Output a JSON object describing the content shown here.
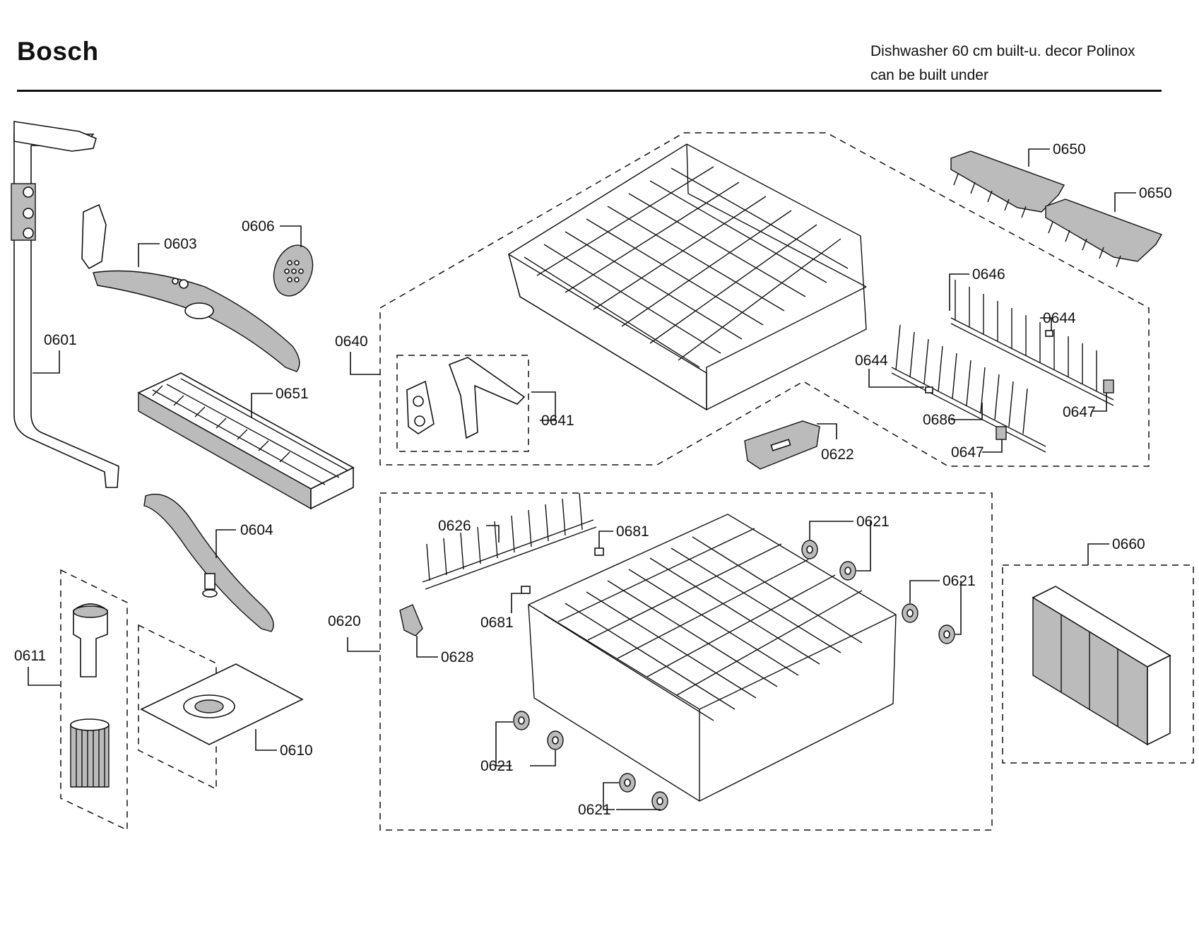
{
  "header": {
    "brand": "Bosch",
    "title_line1": "Dishwasher 60 cm built-u. decor Polinox",
    "title_line2": "can be built under"
  },
  "parts": {
    "p0601": "0601",
    "p0603": "0603",
    "p0606": "0606",
    "p0651": "0651",
    "p0604": "0604",
    "p0611": "0611",
    "p0610": "0610",
    "p0640": "0640",
    "p0641": "0641",
    "p0622": "0622",
    "p0650a": "0650",
    "p0650b": "0650",
    "p0646": "0646",
    "p0644a": "0644",
    "p0644b": "0644",
    "p0686": "0686",
    "p0647a": "0647",
    "p0647b": "0647",
    "p0620": "0620",
    "p0626": "0626",
    "p0681a": "0681",
    "p0681b": "0681",
    "p0628": "0628",
    "p0621a": "0621",
    "p0621b": "0621",
    "p0621c": "0621",
    "p0621d": "0621",
    "p0660": "0660"
  }
}
